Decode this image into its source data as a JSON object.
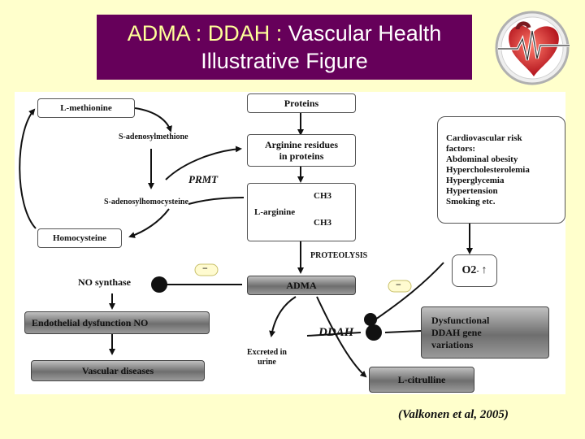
{
  "title": {
    "line1_part1": "ADMA : DDAH :",
    "line1_part2": " Vascular Health",
    "line2": "Illustrative Figure"
  },
  "diagram": {
    "methionine": "L-methionine",
    "sam": "S-adenosylmethione",
    "prmt": "PRMT",
    "sah": "S-adenosylhomocysteine",
    "homocysteine": "Homocysteine",
    "proteins": "Proteins",
    "arginine_residues": [
      "Arginine residues",
      "in proteins"
    ],
    "methyl_top": "CH3",
    "larginine": "L-arginine",
    "methyl_bottom": "CH3",
    "proteolysis": "PROTEOLYSIS",
    "no_synthase": "NO synthase",
    "adma": "ADMA",
    "endothelial": "Endothelial dysfunction NO",
    "vascular_diseases": "Vascular diseases",
    "excreted": [
      "Excreted in",
      "urine"
    ],
    "ddah": "DDAH",
    "citrulline": "L-citrulline",
    "risk_factors": [
      "Cardiovascular risk",
      "factors:",
      "Abdominal obesity",
      "Hypercholesterolemia",
      "Hyperglycemia",
      "Hypertension",
      "Smoking etc."
    ],
    "o2": "O2",
    "o2_charge": "-",
    "dysfunctional": [
      "Dysfunctional",
      "DDAH gene",
      "variations"
    ],
    "minus_symbol": "−"
  },
  "citation": "(Valkonen et al, 2005)",
  "colors": {
    "title_bg": "#66005a",
    "page_bg": "#ffffcc",
    "adma_word": "#ffff99"
  }
}
